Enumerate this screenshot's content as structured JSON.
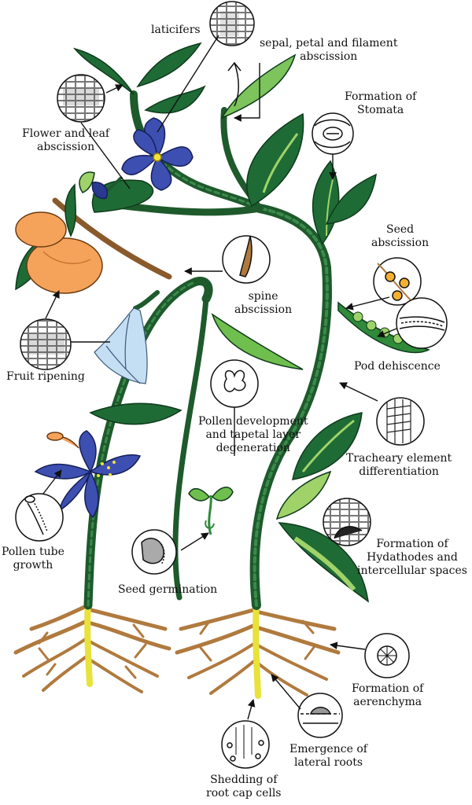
{
  "labels": {
    "laticifers": [
      "laticifers"
    ],
    "sepal_petal": [
      "sepal, petal and filament",
      "abscission"
    ],
    "flower_leaf": [
      "Flower and leaf",
      "abscission"
    ],
    "stomata": [
      "Formation of",
      "Stomata"
    ],
    "seed_abscission": [
      "Seed",
      "abscission"
    ],
    "spine": [
      "spine",
      "abscission"
    ],
    "fruit_ripening": [
      "Fruit ripening"
    ],
    "pod_dehiscence": [
      "Pod dehiscence"
    ],
    "pollen_development": [
      "Pollen development",
      "and tapetal layer",
      "degeneration"
    ],
    "tracheary": [
      "Tracheary element",
      "differentiation"
    ],
    "hydathodes": [
      "Formation of",
      "Hydathodes and",
      "intercellular spaces"
    ],
    "pollen_tube": [
      "Pollen tube",
      "growth"
    ],
    "seed_germination": [
      "Seed germination"
    ],
    "aerenchyma": [
      "Formation of",
      "aerenchyma"
    ],
    "lateral_roots": [
      "Emergence of",
      "lateral roots"
    ],
    "root_cap": [
      "Shedding of",
      "root cap cells"
    ]
  },
  "colors": {
    "stem": "#1e5a2c",
    "leaf_dark": "#1f6b35",
    "leaf_light": "#9fd36a",
    "flower": "#3d4fb0",
    "fruit": "#f5a35a",
    "root": "#b07a3e",
    "root_main": "#e8e23a",
    "petal_light": "#c4def3"
  }
}
